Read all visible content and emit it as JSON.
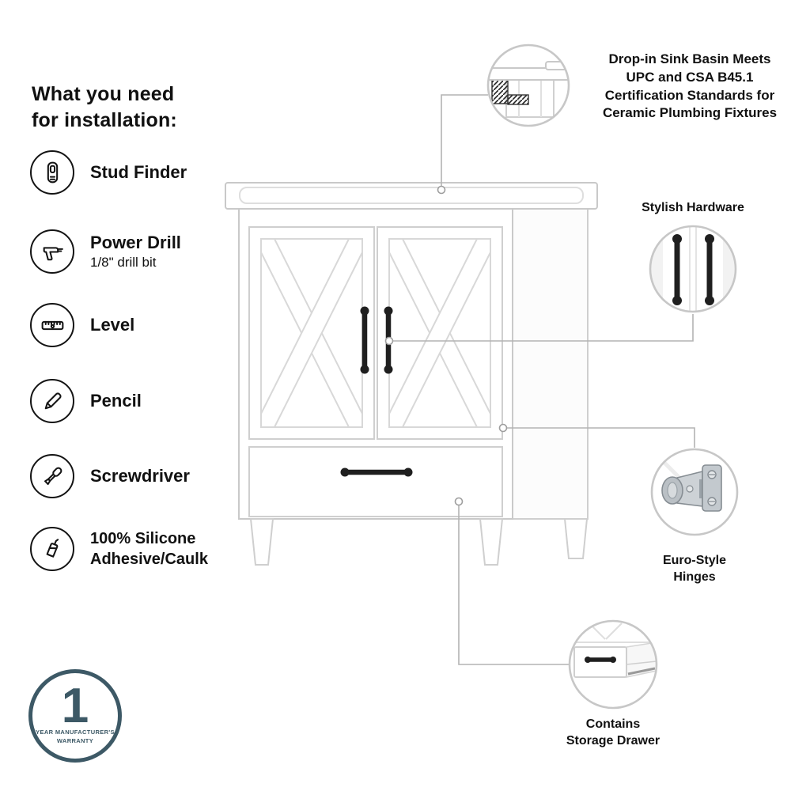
{
  "installation": {
    "heading_lines": [
      "What you need",
      "for installation:"
    ],
    "items": [
      {
        "icon": "stud-finder-icon",
        "label": "Stud Finder"
      },
      {
        "icon": "power-drill-icon",
        "label": "Power Drill",
        "sublabel": "1/8\" drill bit"
      },
      {
        "icon": "level-icon",
        "label": "Level"
      },
      {
        "icon": "pencil-icon",
        "label": "Pencil"
      },
      {
        "icon": "screwdriver-icon",
        "label": "Screwdriver"
      },
      {
        "icon": "caulk-icon",
        "label": "100% Silicone",
        "label2": "Adhesive/Caulk"
      }
    ]
  },
  "callouts": {
    "sink": {
      "lines": [
        "Drop-in Sink Basin Meets",
        "UPC and CSA B45.1",
        "Certification Standards for",
        "Ceramic Plumbing Fixtures"
      ]
    },
    "hardware": {
      "label": "Stylish Hardware"
    },
    "hinges": {
      "lines": [
        "Euro-Style",
        "Hinges"
      ]
    },
    "drawer": {
      "lines": [
        "Contains",
        "Storage Drawer"
      ]
    }
  },
  "warranty": {
    "number": "1",
    "lines": [
      "YEAR MANUFACTURER'S",
      "WARRANTY"
    ]
  },
  "colors": {
    "text": "#111111",
    "accent": "#3d5966",
    "outline_gray": "#c9c9c9",
    "connector_gray": "#b3b3b3",
    "handle_black": "#1f1f1f"
  }
}
